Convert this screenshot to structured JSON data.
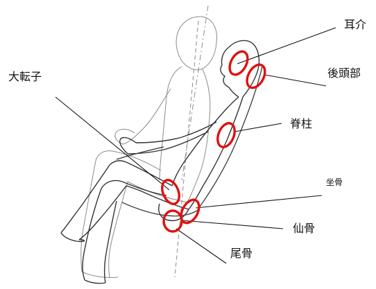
{
  "diagram": {
    "labels": {
      "auricle": "耳介",
      "occiput": "後頭部",
      "greater_trochanter": "大転子",
      "spine": "脊柱",
      "ischium": "坐骨",
      "sacrum": "仙骨",
      "coccyx": "尾骨"
    },
    "colors": {
      "marker": "#e01010",
      "figure_line": "#333333",
      "dash_line": "#888888",
      "leader_line": "#111111"
    }
  }
}
